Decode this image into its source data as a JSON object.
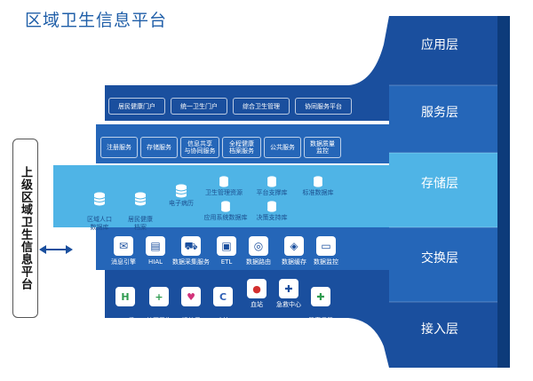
{
  "title": "区域卫生信息平台",
  "layers": [
    "应用层",
    "服务层",
    "存储层",
    "交换层",
    "接入层"
  ],
  "app_tags": [
    "居民健康门户",
    "统一卫生门户",
    "综合卫生管理",
    "协同服务平台"
  ],
  "service_tags": [
    "注册服务",
    "存储服务",
    "信息共享\n与协同服务",
    "全程健康\n档案服务",
    "公共服务",
    "数据质量\n监控"
  ],
  "storage_items": [
    "区域人口\n数据库",
    "居民健康\n档案",
    "电子病历",
    "卫生管理资源",
    "平台支撑库",
    "标准数据库",
    "应用系统数据库",
    "决策支持库"
  ],
  "exchange_items": [
    {
      "label": "消息引擎",
      "icon": "message-icon",
      "glyph": "✉"
    },
    {
      "label": "HIAL",
      "icon": "document-icon",
      "glyph": "▤"
    },
    {
      "label": "数据采集服务",
      "icon": "truck-icon",
      "glyph": "⛟"
    },
    {
      "label": "ETL",
      "icon": "save-icon",
      "glyph": "▣"
    },
    {
      "label": "数据路由",
      "icon": "router-icon",
      "glyph": "◎"
    },
    {
      "label": "数据缓存",
      "icon": "cube-icon",
      "glyph": "◈"
    },
    {
      "label": "数据监控",
      "icon": "monitor-icon",
      "glyph": "▭"
    }
  ],
  "access_items": [
    {
      "label": "二三级\n医院",
      "icon": "hospital-icon",
      "glyph": "H",
      "color": "#2e9b4f"
    },
    {
      "label": "社区卫生\n服务中心",
      "icon": "community-health-icon",
      "glyph": "+",
      "color": "#2e9b4f"
    },
    {
      "label": "妇幼保\n健院",
      "icon": "maternal-child-icon",
      "glyph": "♥",
      "color": "#d2327a"
    },
    {
      "label": "疾控\n中心",
      "icon": "cdc-icon",
      "glyph": "C",
      "color": "#2f5fb5"
    },
    {
      "label": "血站",
      "icon": "blood-station-icon",
      "glyph": "●",
      "color": "#d32f2f"
    },
    {
      "label": "急救中心",
      "icon": "emergency-center-icon",
      "glyph": "✚",
      "color": "#1a4f9e"
    },
    {
      "label": "健康保健\n机构",
      "icon": "health-care-institution-icon",
      "glyph": "✚",
      "color": "#2e9b4f"
    }
  ],
  "side_box": "上级区域卫生信息平台",
  "colors": {
    "dark": "#1a4f9e",
    "mid": "#2566b8",
    "light": "#4fb4e6",
    "band": "#1e6fcf",
    "side": "#0d3b7a",
    "title": "#1f5ea8"
  }
}
